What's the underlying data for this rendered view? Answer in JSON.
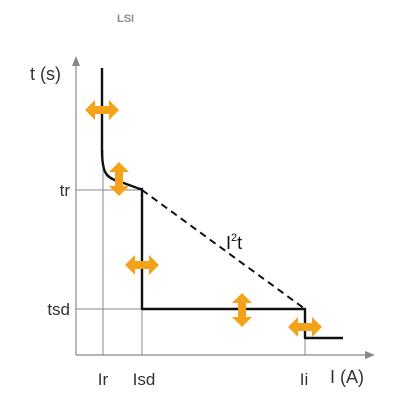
{
  "title": "LSI",
  "axes": {
    "y_label": "t (s)",
    "x_label": "I (A)",
    "y_ticks": [
      "tr",
      "tsd"
    ],
    "x_ticks": [
      "Ir",
      "Isd",
      "Ii"
    ]
  },
  "curve_annotation": {
    "base": "I",
    "superscript": "2",
    "suffix": "t"
  },
  "colors": {
    "curve": "#111111",
    "axis": "#888888",
    "grid": "#8a8a8a",
    "handle": "#f5a21b",
    "label": "#333333",
    "title": "#8c8c8c"
  },
  "handles": [
    {
      "name": "long-time-pickup-handle",
      "orientation": "horizontal",
      "icon": "horizontal-double-arrow-icon"
    },
    {
      "name": "long-time-delay-handle",
      "orientation": "vertical",
      "icon": "vertical-double-arrow-icon"
    },
    {
      "name": "short-time-pickup-handle",
      "orientation": "horizontal",
      "icon": "horizontal-double-arrow-icon"
    },
    {
      "name": "short-time-delay-handle",
      "orientation": "vertical",
      "icon": "vertical-double-arrow-icon"
    },
    {
      "name": "instantaneous-pickup-handle",
      "orientation": "horizontal",
      "icon": "horizontal-double-arrow-icon"
    }
  ]
}
